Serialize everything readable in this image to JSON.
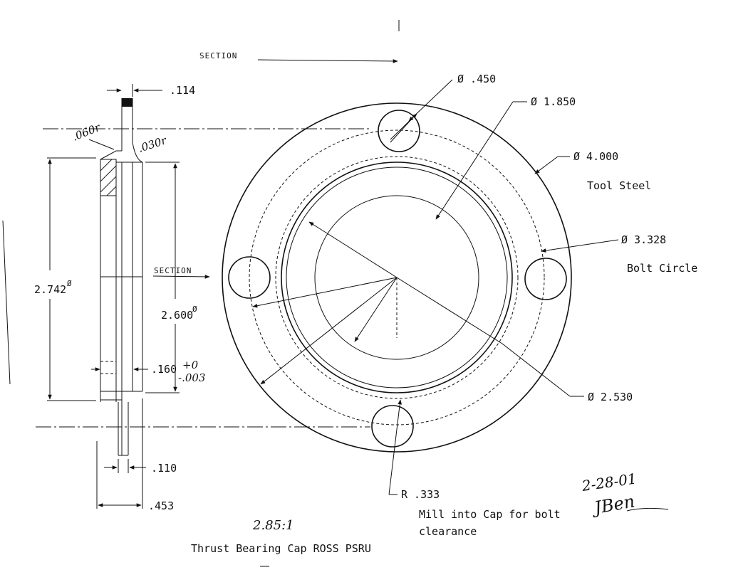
{
  "views": {
    "section_label_top": "SECTION",
    "section_label_mid": "SECTION"
  },
  "section_view": {
    "dim_flange_thickness": ".114",
    "fillet_outer": ".060r",
    "fillet_inner": ".030r",
    "dim_outer_dia": "2.742",
    "dim_outer_dia_sym": "Ø",
    "dim_inner_dia": "2.600",
    "dim_inner_dia_sym": "Ø",
    "dim_step": ".160",
    "tol_plus": "+0",
    "tol_minus": "-.003",
    "dim_web": ".110",
    "dim_overall": ".453"
  },
  "plan_view": {
    "dia_hole": "Ø .450",
    "dia_pilot": "Ø 1.850",
    "dia_outer": "Ø 4.000",
    "material": "Tool Steel",
    "dia_bolt_circle": "Ø 3.328",
    "bolt_circle_label": "Bolt Circle",
    "dia_bore": "Ø 2.530",
    "radius_relief": "R .333",
    "note_line1": "Mill into Cap for bolt",
    "note_line2": "clearance"
  },
  "title_block": {
    "scale": "2.85:1",
    "title": "Thrust Bearing Cap ROSS PSRU",
    "date": "2-28-01",
    "signature": "JBen"
  }
}
